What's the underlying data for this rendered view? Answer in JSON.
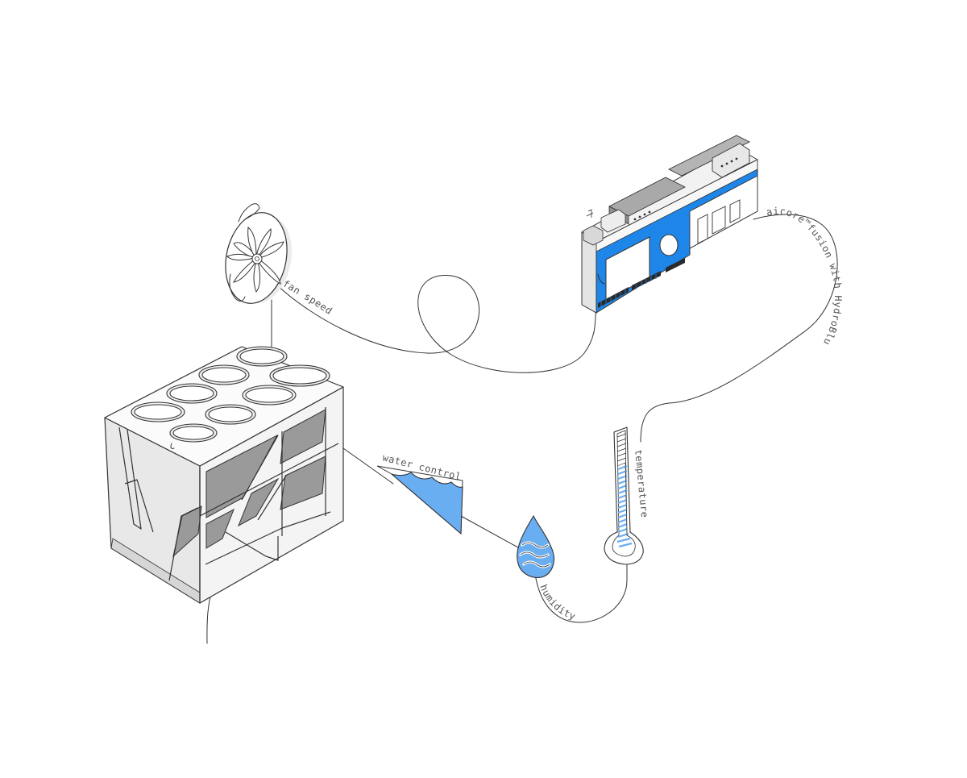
{
  "labels": {
    "fan_speed": "fan speed",
    "water_control": "water control",
    "humidity": "humidity",
    "temperature": "temperature",
    "aicore": "aicore™fusion with HydroBlu™"
  },
  "colors": {
    "accent_blue": "#1e86e8",
    "water_blue": "#6aaef2",
    "line": "#333333",
    "light_gray": "#e8e8e8",
    "mid_gray": "#9a9a9a",
    "dark_gray": "#8e8e8e"
  },
  "icons": {
    "fan": "fan-icon",
    "cooling_unit": "cooling-unit-icon",
    "water_tank": "water-tank-icon",
    "droplet": "water-droplet-icon",
    "thermometer": "thermometer-icon",
    "controller": "controller-board-icon"
  }
}
